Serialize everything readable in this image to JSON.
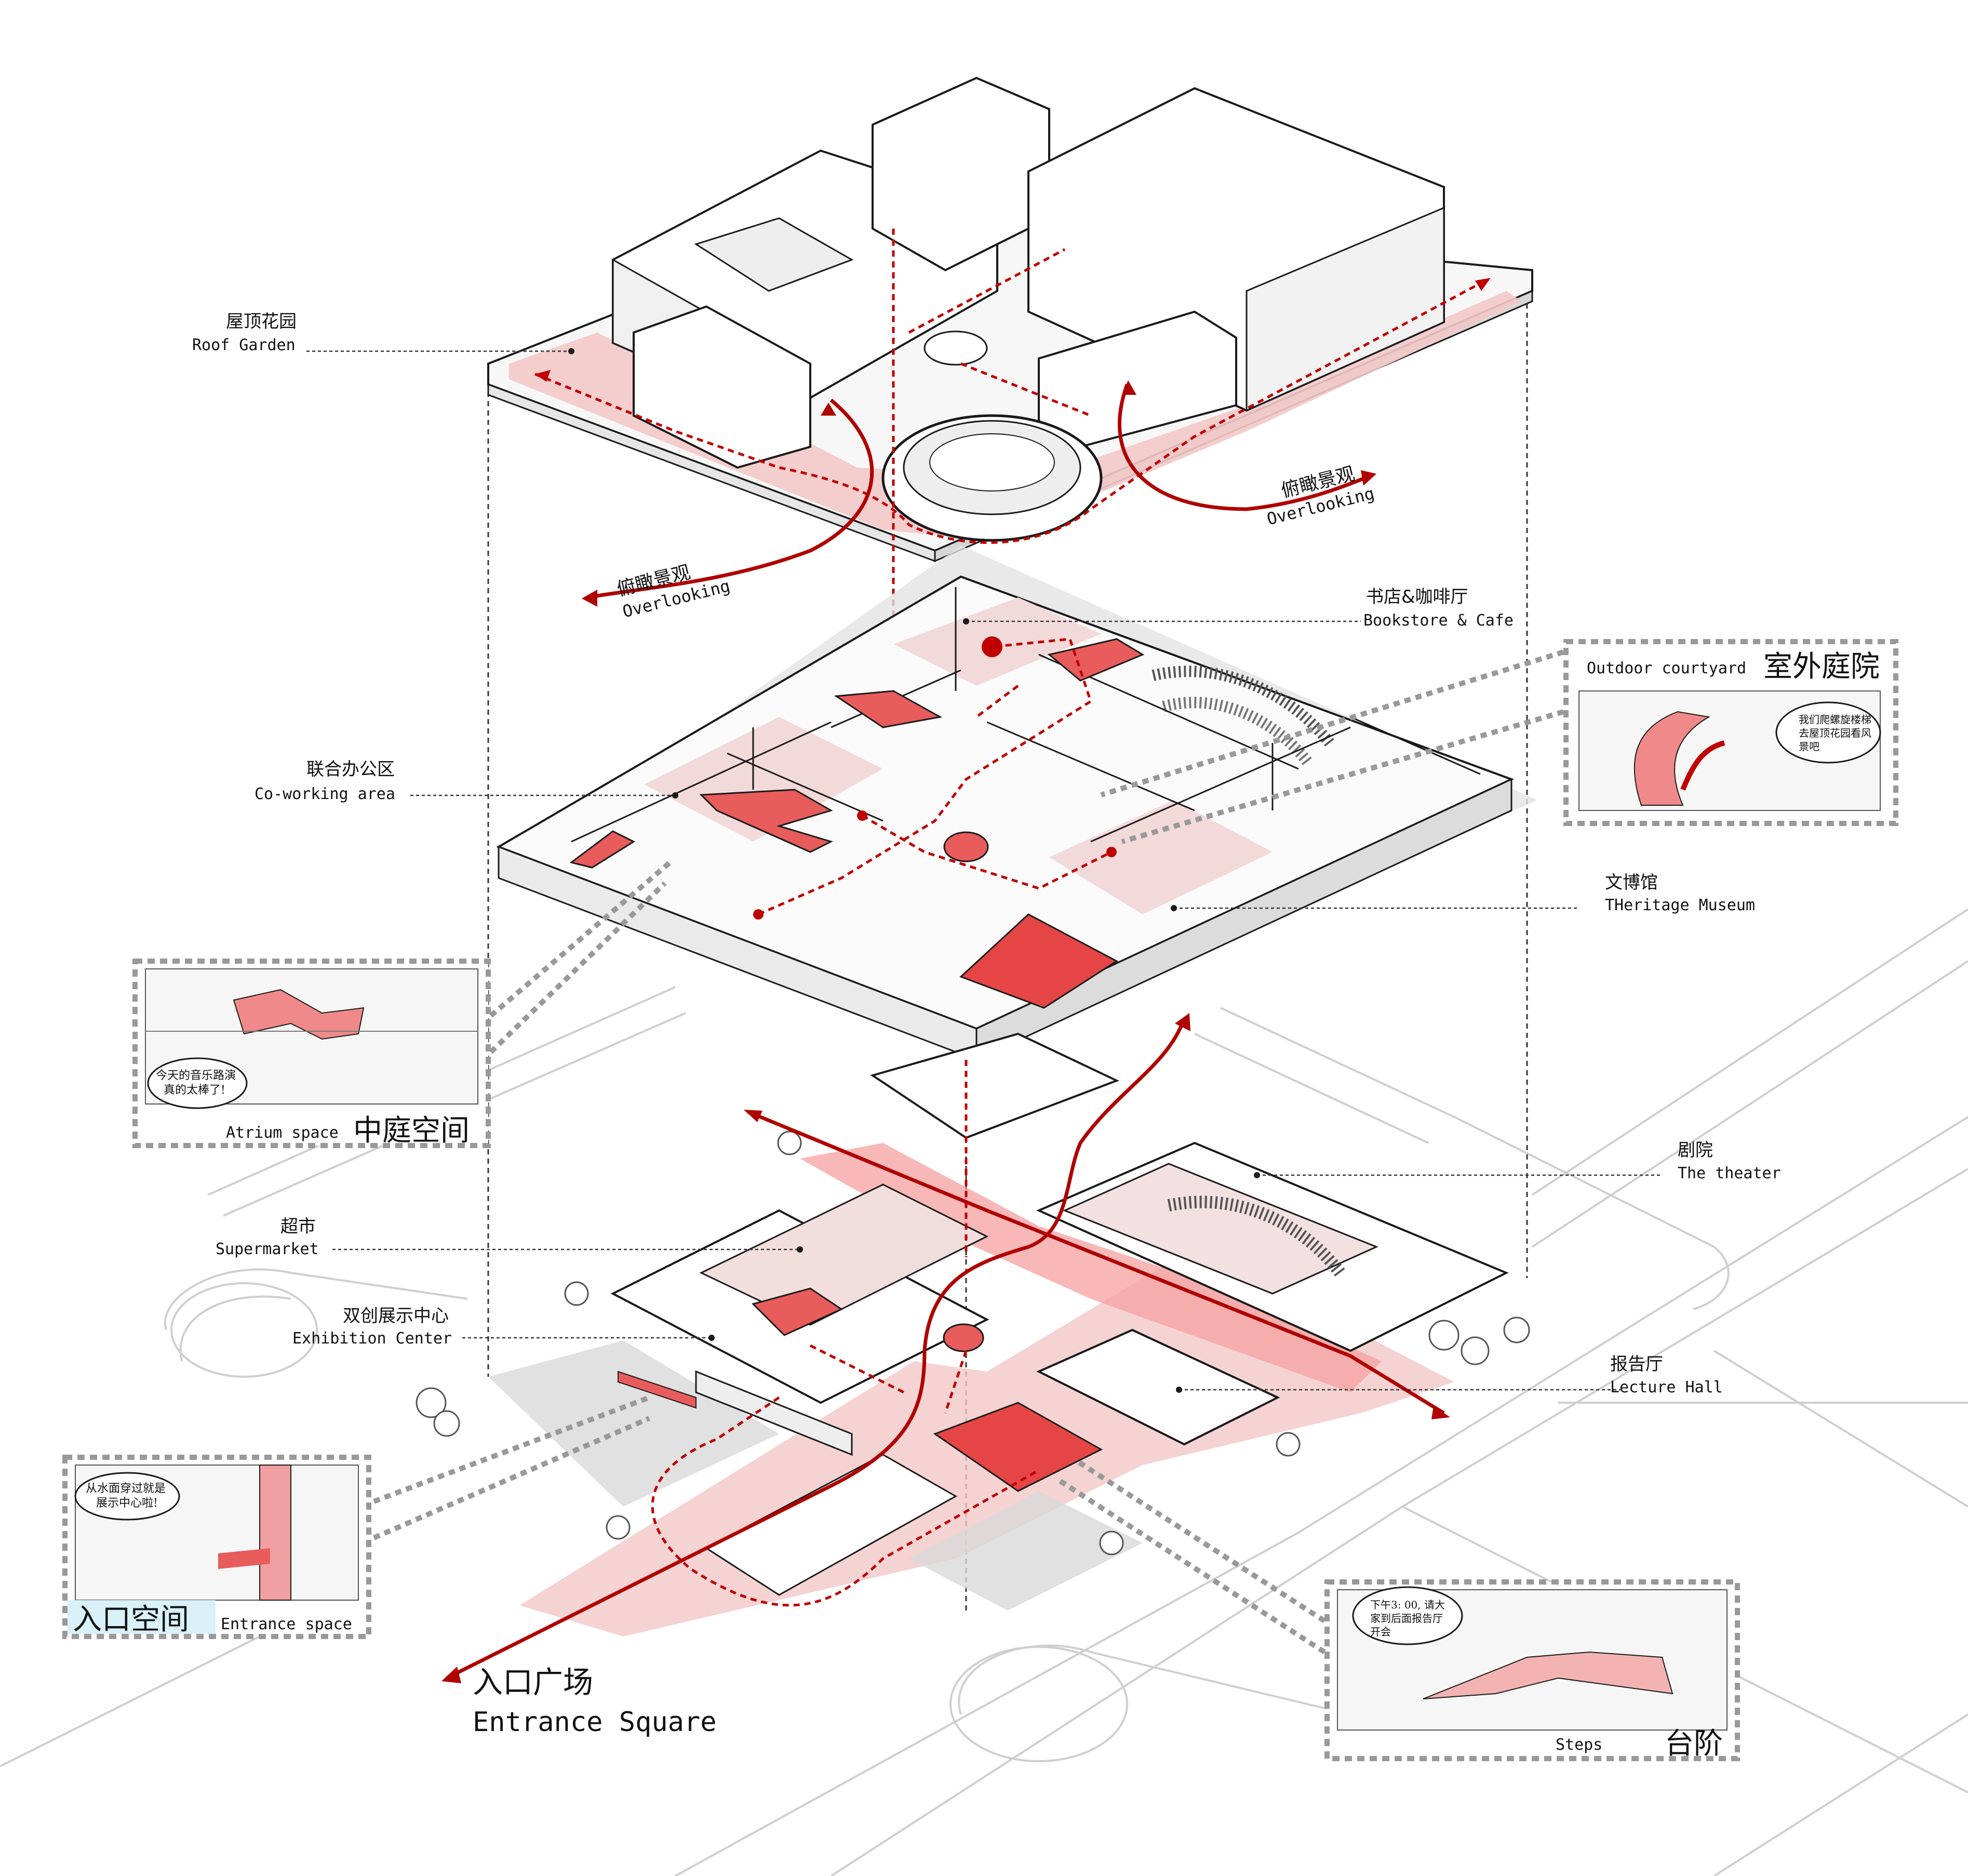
{
  "colors": {
    "accent_red": "#c00000",
    "light_red": "#f3c8c8",
    "mid_red": "#e85c5c",
    "line": "#1a1a1a",
    "grey_dash": "#999999",
    "ground": "#d9d9d9"
  },
  "labels": {
    "roof_garden_cn": "屋顶花园",
    "roof_garden_en": "Roof Garden",
    "overlook_left_cn": "俯瞰景观",
    "overlook_left_en": "Overlooking",
    "overlook_right_cn": "俯瞰景观",
    "overlook_right_en": "Overlooking",
    "bookstore_cn": "书店&咖啡厅",
    "bookstore_en": "Bookstore & Cafe",
    "coworking_cn": "联合办公区",
    "coworking_en": "Co-working area",
    "museum_cn": "文博馆",
    "museum_en": "THeritage Museum",
    "theater_cn": "剧院",
    "theater_en": "The theater",
    "supermarket_cn": "超市",
    "supermarket_en": "Supermarket",
    "exhibition_cn": "双创展示中心",
    "exhibition_en": "Exhibition Center",
    "lecture_cn": "报告厅",
    "lecture_en": "Lecture Hall",
    "entrance_square_cn": "入口广场",
    "entrance_square_en": "Entrance Square"
  },
  "insets": {
    "courtyard": {
      "title_en": "Outdoor courtyard",
      "title_cn": "室外庭院",
      "bubble_line1": "我们爬螺旋楼梯",
      "bubble_line2": "去屋顶花园看风",
      "bubble_line3": "景吧"
    },
    "atrium": {
      "title_en": "Atrium space",
      "title_cn": "中庭空间",
      "bubble_line1": "今天的音乐路演",
      "bubble_line2": "真的太棒了!"
    },
    "entrance": {
      "title_cn": "入口空间",
      "title_en": "Entrance space",
      "bubble_line1": "从水面穿过就是",
      "bubble_line2": "展示中心啦!"
    },
    "steps": {
      "title_en": "Steps",
      "title_cn": "台阶",
      "bubble_line1": "下午3: 00, 请大",
      "bubble_line2": "家到后面报告厅",
      "bubble_line3": "开会"
    }
  }
}
